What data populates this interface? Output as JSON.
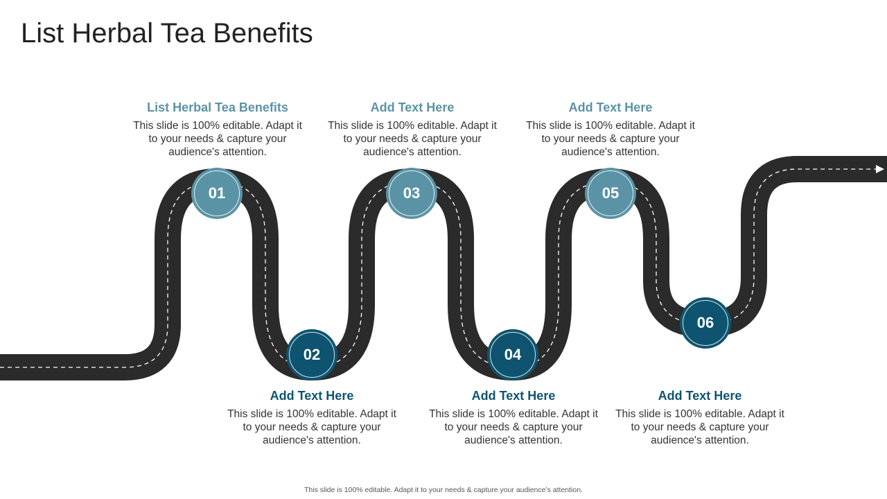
{
  "slide": {
    "title": "List Herbal Tea Benefits",
    "footer": "This slide is 100% editable. Adapt it to your needs & capture your audience’s attention."
  },
  "colors": {
    "road": "#2b2b2b",
    "node_light": "#5b93a6",
    "node_dark": "#0e5470"
  },
  "steps": [
    {
      "number": "01",
      "heading": "List Herbal Tea Benefits",
      "body": "This slide is 100% editable. Adapt it to your needs & capture your audience's attention."
    },
    {
      "number": "02",
      "heading": "Add Text Here",
      "body": "This slide is 100% editable. Adapt it to your needs & capture your audience's attention."
    },
    {
      "number": "03",
      "heading": "Add Text Here",
      "body": "This slide is 100% editable. Adapt it to your needs & capture your audience's attention."
    },
    {
      "number": "04",
      "heading": "Add Text Here",
      "body": "This slide is 100% editable. Adapt it to your needs & capture your audience's attention."
    },
    {
      "number": "05",
      "heading": "Add Text Here",
      "body": "This slide is 100% editable. Adapt it to your needs & capture your audience's attention."
    },
    {
      "number": "06",
      "heading": "Add Text Here",
      "body": "This slide is 100% editable. Adapt it to your needs & capture your audience's attention."
    }
  ]
}
